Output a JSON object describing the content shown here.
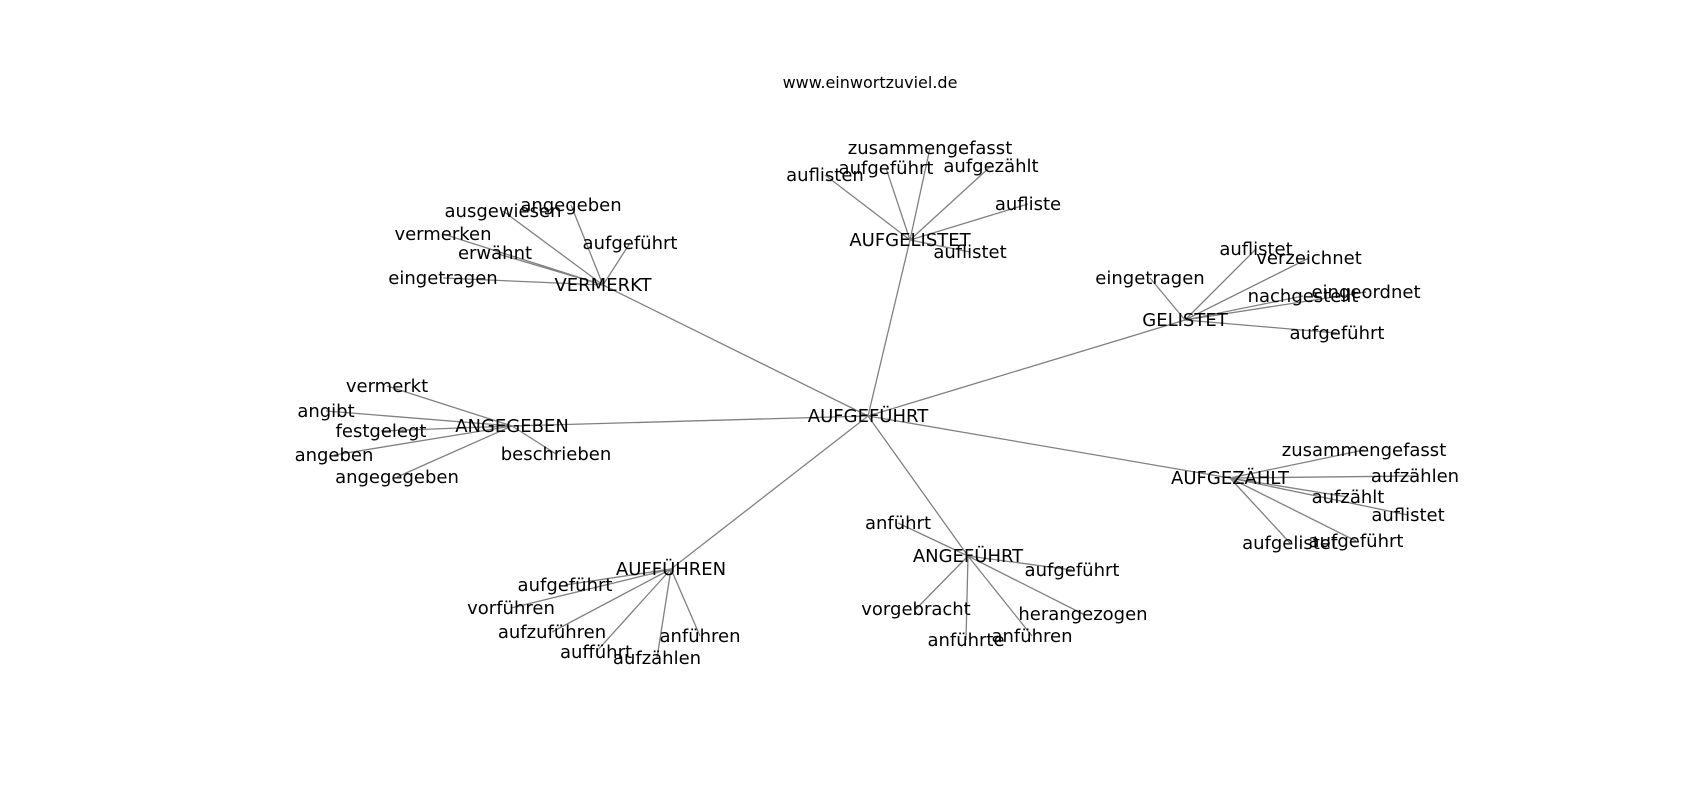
{
  "site": "www.einwortzuviel.de",
  "root": "AUFGEFÜHRT",
  "clusters": [
    {
      "hub": "AUFGELISTET",
      "leaves": [
        "zusammengefasst",
        "aufgeführt",
        "aufgezählt",
        "auflisten",
        "aufliste",
        "auflistet"
      ]
    },
    {
      "hub": "VERMERKT",
      "leaves": [
        "ausgewiesen",
        "angegeben",
        "aufgeführt",
        "vermerken",
        "erwähnt",
        "eingetragen"
      ]
    },
    {
      "hub": "GELISTET",
      "leaves": [
        "auflistet",
        "verzeichnet",
        "eingetragen",
        "nachgestellt",
        "eingeordnet",
        "aufgeführt"
      ]
    },
    {
      "hub": "ANGEGEBEN",
      "leaves": [
        "vermerkt",
        "angibt",
        "festgelegt",
        "angeben",
        "angegegeben",
        "beschrieben"
      ]
    },
    {
      "hub": "AUFGEZÄHLT",
      "leaves": [
        "zusammengefasst",
        "aufzählen",
        "aufzählt",
        "auflistet",
        "aufgelistet",
        "aufgeführt"
      ]
    },
    {
      "hub": "ANGEFÜHRT",
      "leaves": [
        "anführt",
        "aufgeführt",
        "vorgebracht",
        "herangezogen",
        "anführte",
        "anführen"
      ]
    },
    {
      "hub": "AUFFÜHREN",
      "leaves": [
        "aufgeführt",
        "vorführen",
        "aufzuführen",
        "aufführt",
        "aufzählen",
        "anführen"
      ]
    }
  ]
}
